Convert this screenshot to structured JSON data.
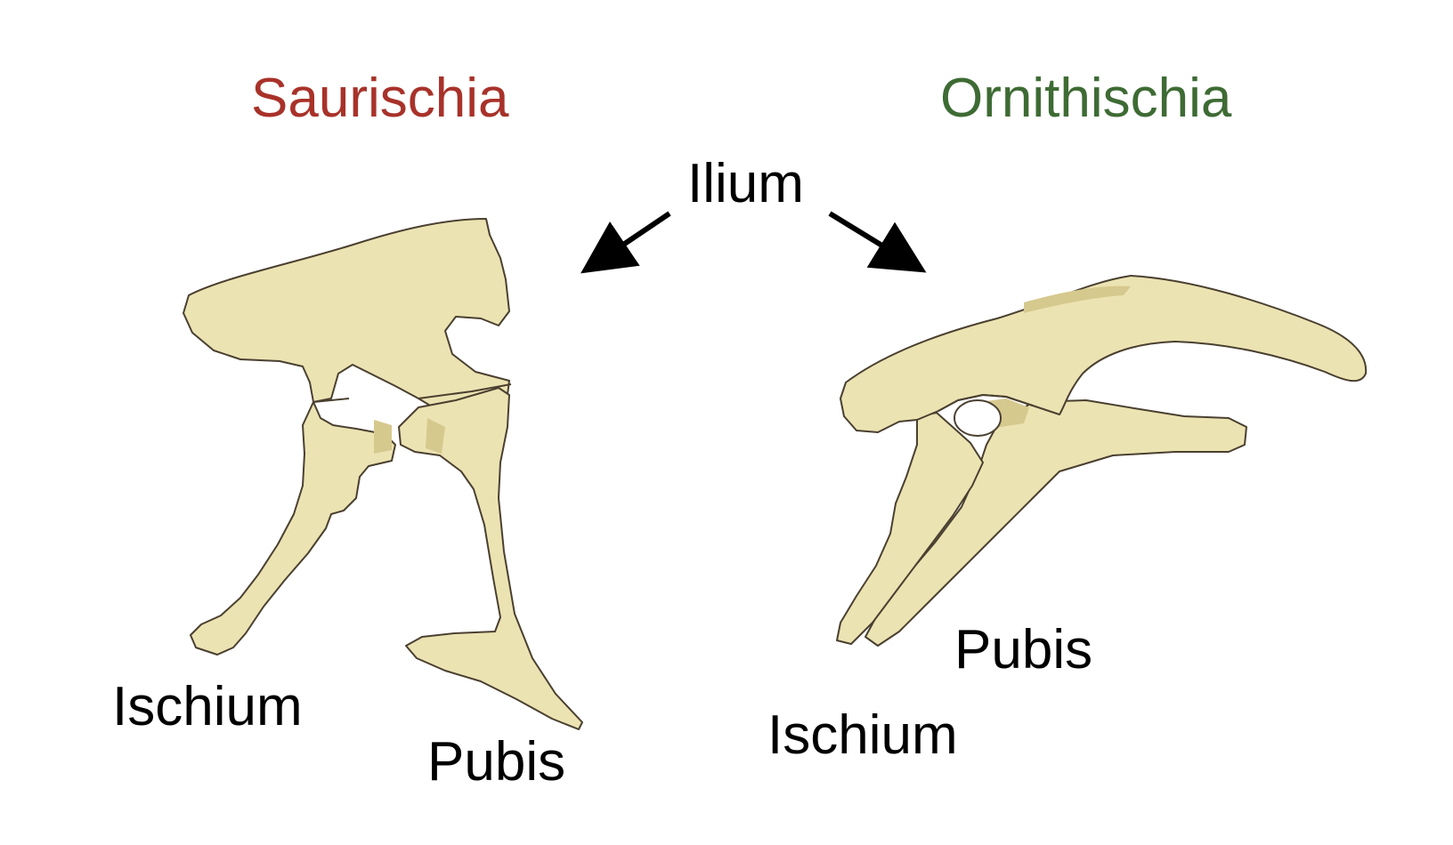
{
  "colors": {
    "saurischia": "#a8322a",
    "ornithischia": "#3e6b34",
    "bone_fill": "#ece3b3",
    "bone_shade": "#d6c98e",
    "bone_outline": "#4a4030",
    "text": "#000000"
  },
  "titles": {
    "saurischia": "Saurischia",
    "ornithischia": "Ornithischia"
  },
  "labels": {
    "ilium": "Ilium",
    "saurischia_ischium": "Ischium",
    "saurischia_pubis": "Pubis",
    "ornithischia_pubis": "Pubis",
    "ornithischia_ischium": "Ischium"
  },
  "icons": {
    "arrow_left": "arrow-icon",
    "arrow_right": "arrow-icon"
  }
}
